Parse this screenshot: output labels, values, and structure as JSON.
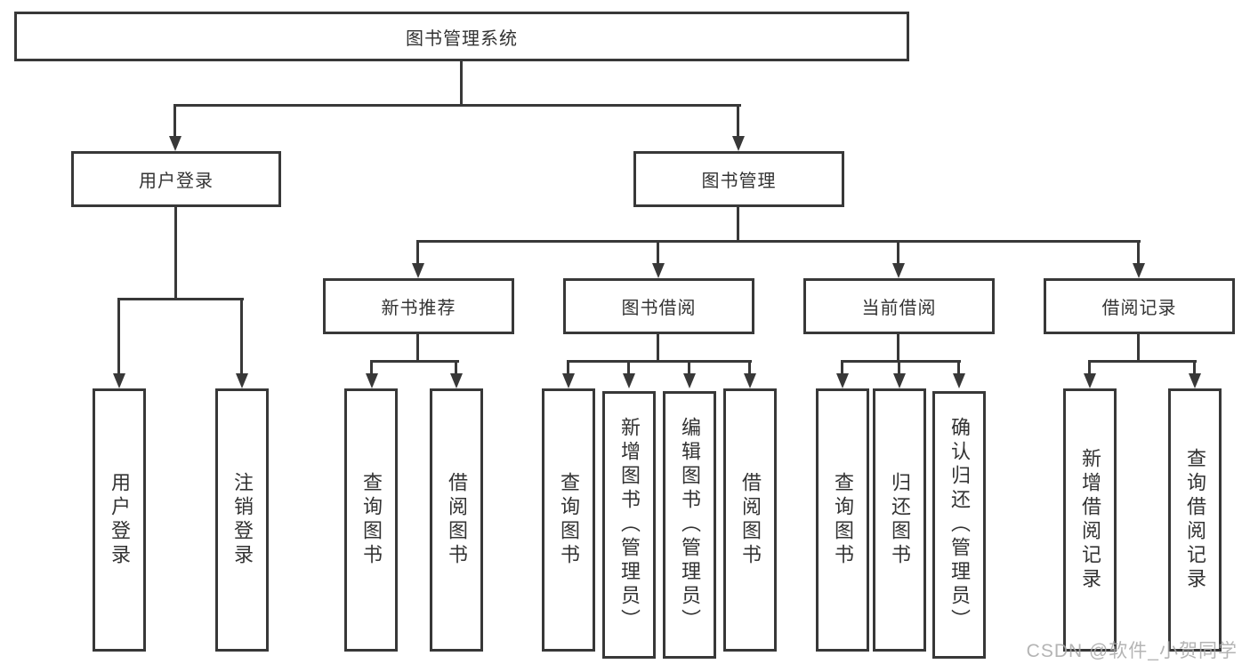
{
  "diagram": {
    "title": "图书管理系统",
    "level2": [
      {
        "label": "用户登录"
      },
      {
        "label": "图书管理"
      }
    ],
    "level3": [
      {
        "label": "新书推荐"
      },
      {
        "label": "图书借阅"
      },
      {
        "label": "当前借阅"
      },
      {
        "label": "借阅记录"
      }
    ],
    "leaves": {
      "user_login": [
        {
          "label": "用户登录"
        },
        {
          "label": "注销登录"
        }
      ],
      "new_books": [
        {
          "label": "查询图书"
        },
        {
          "label": "借阅图书"
        }
      ],
      "book_borrow": [
        {
          "label": "查询图书"
        },
        {
          "label": "新增图书（管理员）"
        },
        {
          "label": "编辑图书（管理员）"
        },
        {
          "label": "借阅图书"
        }
      ],
      "current_borrow": [
        {
          "label": "查询图书"
        },
        {
          "label": "归还图书"
        },
        {
          "label": "确认归还（管理员）"
        }
      ],
      "borrow_records": [
        {
          "label": "新增借阅记录"
        },
        {
          "label": "查询借阅记录"
        }
      ]
    }
  },
  "watermark": "CSDN @软件_小贺同学",
  "colors": {
    "line": "#383838",
    "text": "#333333",
    "watermark": "#a8a8a8",
    "background": "#ffffff"
  }
}
